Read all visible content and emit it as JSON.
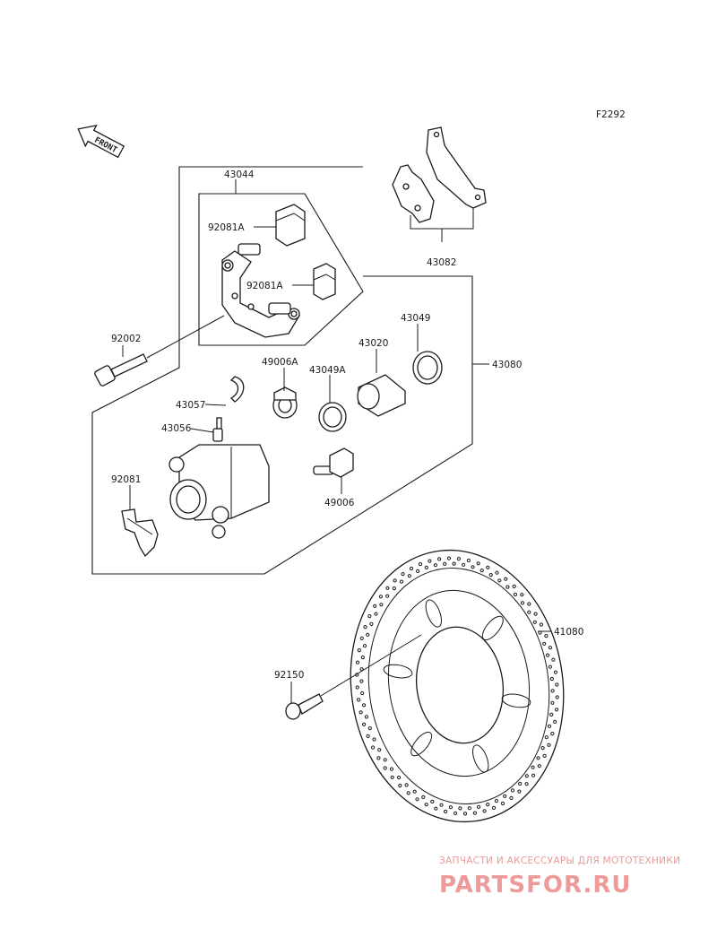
{
  "diagram": {
    "code": "F2292",
    "front_label": "FRONT",
    "parts": {
      "bracket": "43044",
      "pads": "43082",
      "caliper_assy": "43080",
      "bracket_pin_boot_a": "92081A",
      "bracket_pin_boot_b": "92081A",
      "mount_bolt": "92002",
      "bleeder_cap": "43057",
      "bleeder_valve": "43056",
      "pad_spring": "92081",
      "boot_a": "49006A",
      "seal_a": "43049A",
      "piston": "43020",
      "seal": "43049",
      "boot_pin": "49006",
      "disc": "41080",
      "disc_bolt": "92150"
    }
  },
  "watermark": {
    "tagline": "ЗАПЧАСТИ И АКСЕССУАРЫ ДЛЯ МОТОТЕХНИКИ",
    "brand": "PARTSFOR.RU"
  }
}
